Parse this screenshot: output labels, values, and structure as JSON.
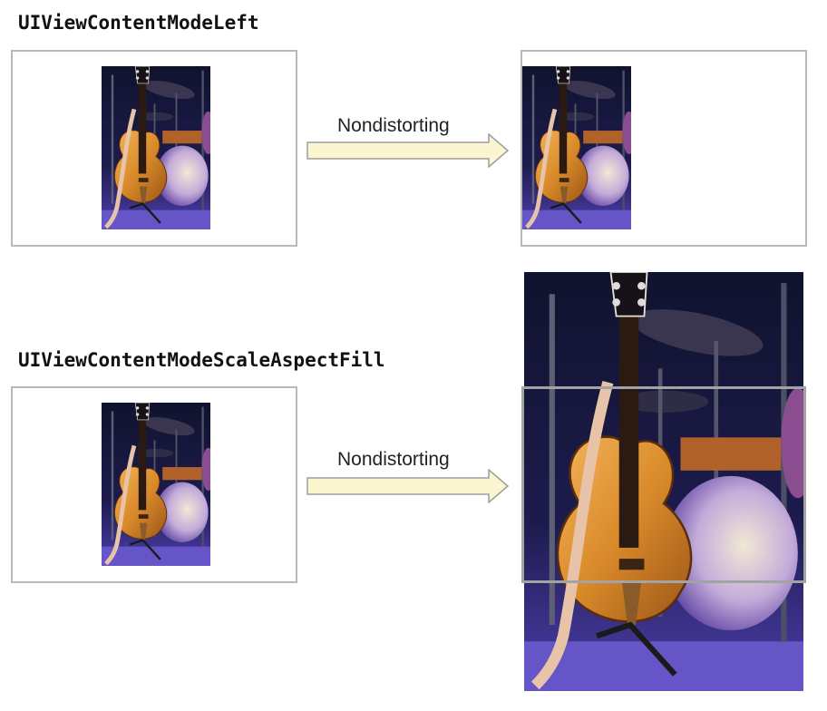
{
  "sections": [
    {
      "title": "UIViewContentModeLeft",
      "arrow_label": "Nondistorting"
    },
    {
      "title": "UIViewContentModeScaleAspectFill",
      "arrow_label": "Nondistorting"
    }
  ],
  "colors": {
    "frame_border": "#b9b9b9",
    "arrow_fill": "#fbf6cf",
    "arrow_stroke": "#9d9d9d",
    "stage_background": "#16163c",
    "guitar": "#e09a36",
    "drum": "#cbb6df"
  },
  "image_description_icon": "guitar-and-drum-kit-photo"
}
